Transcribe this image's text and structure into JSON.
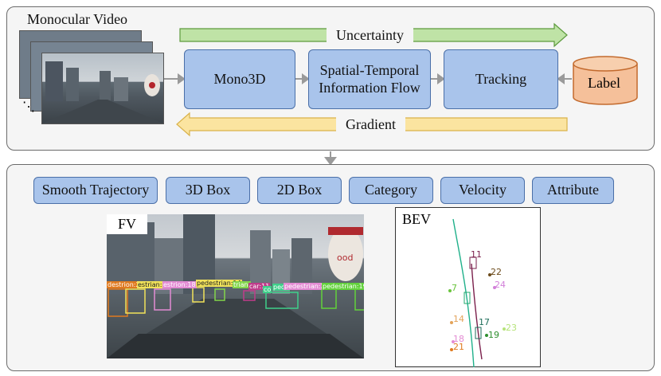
{
  "top": {
    "video_label": "Monocular Video",
    "ellipsis": "⋱",
    "uncertainty": "Uncertainty",
    "gradient": "Gradient",
    "mono3d": "Mono3D",
    "stif_line1": "Spatial-Temporal",
    "stif_line2": "Information Flow",
    "tracking": "Tracking",
    "label": "Label"
  },
  "outputs": [
    "Smooth Trajectory",
    "3D Box",
    "2D Box",
    "Category",
    "Velocity",
    "Attribute"
  ],
  "fv": {
    "title": "FV",
    "tags": [
      "destrion:21",
      "estrian:20",
      "estrion:18",
      "pedestrian:14",
      "trian:",
      "car:11",
      "co",
      "pede",
      "pedestrian:24",
      "pedestrian:19"
    ],
    "sign_text": "ood"
  },
  "bev": {
    "title": "BEV",
    "ids": [
      "11",
      "22",
      "24",
      "7",
      "14",
      "17",
      "23",
      "19",
      "18",
      "21"
    ]
  },
  "colors": {
    "uncertainty_arrow": "#bfe3a6",
    "gradient_arrow": "#fbe4a0",
    "module_fill": "#a9c4eb",
    "label_cylinder": "#f5c09a"
  }
}
